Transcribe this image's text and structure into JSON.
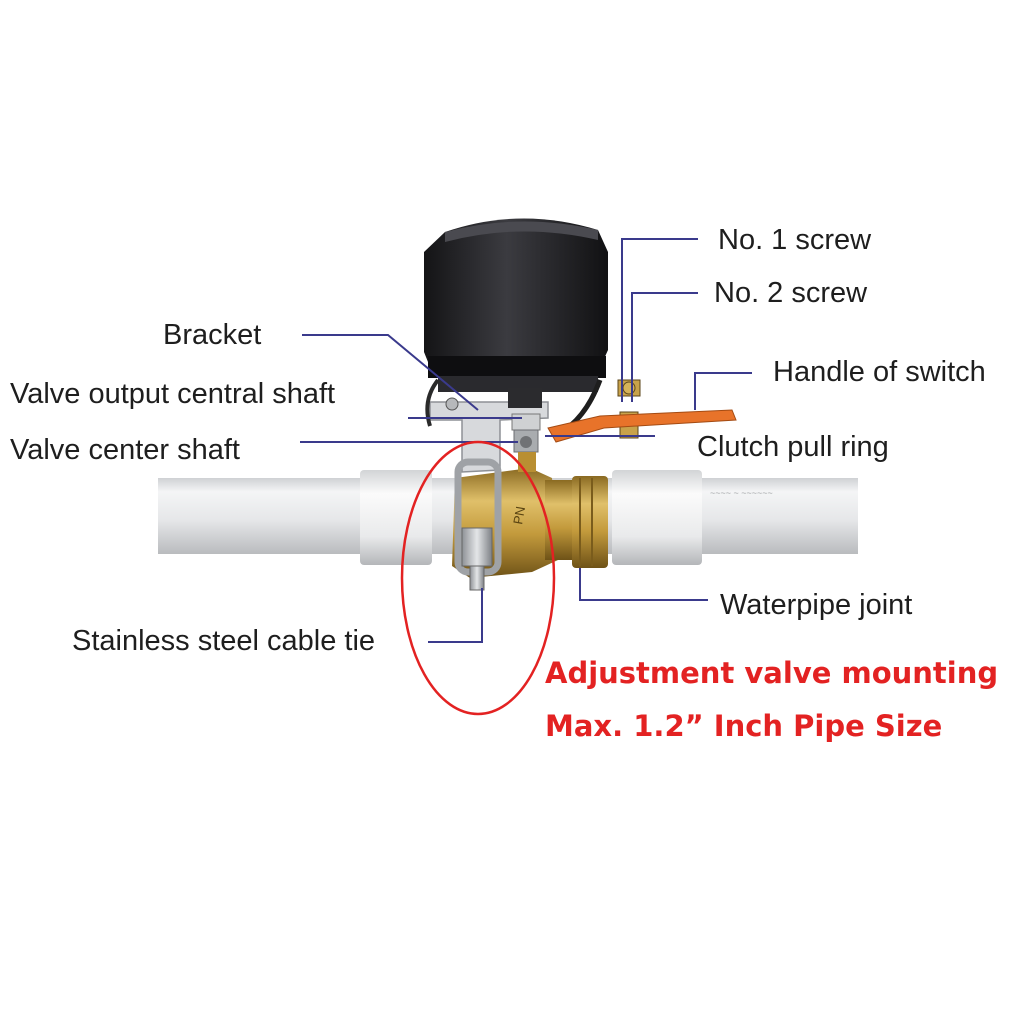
{
  "labels": {
    "no1_screw": "No. 1 screw",
    "no2_screw": "No. 2 screw",
    "bracket": "Bracket",
    "handle_of_switch": "Handle of switch",
    "valve_output_central_shaft": "Valve output central shaft",
    "valve_center_shaft": "Valve center shaft",
    "clutch_pull_ring": "Clutch pull ring",
    "waterpipe_joint": "Waterpipe joint",
    "stainless_steel_cable_tie": "Stainless steel cable tie"
  },
  "note": {
    "line1": "Adjustment valve mounting",
    "line2": "Max. 1.2” Inch Pipe Size"
  },
  "colors": {
    "leader": "#3a3a8c",
    "note": "#e32222",
    "circle": "#e32222",
    "pipe": "#e9eaec",
    "brass": "#c9a64a",
    "actuator": "#1f1f22",
    "handle": "#e8732a"
  }
}
